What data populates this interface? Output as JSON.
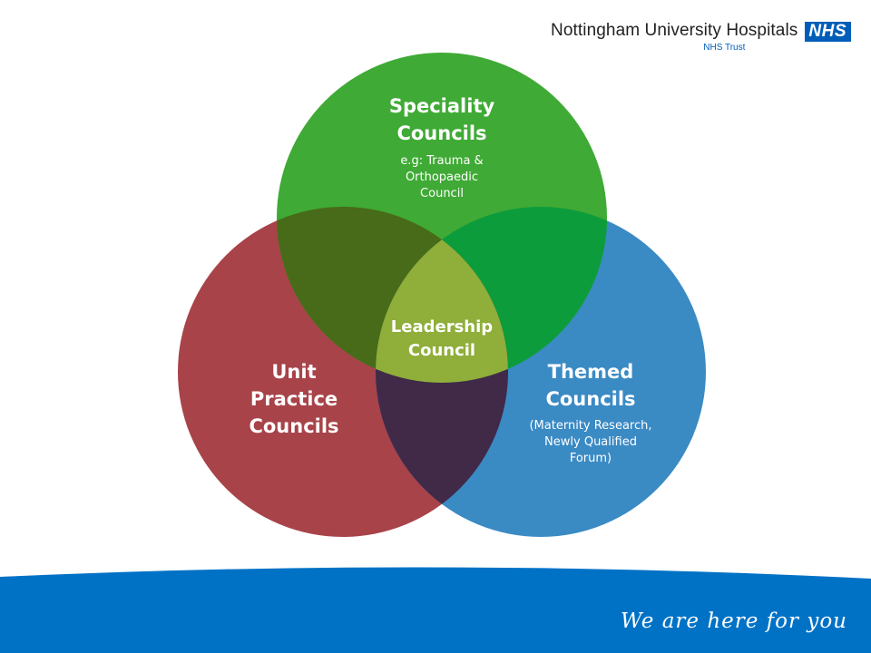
{
  "header": {
    "org_name": "Nottingham University Hospitals",
    "org_sub": "NHS Trust",
    "logo_text": "NHS"
  },
  "diagram": {
    "speciality": {
      "title_lines": [
        "Speciality",
        "Councils"
      ],
      "sub_lines": [
        "e.g: Trauma &",
        "Orthopaedic",
        "Council"
      ]
    },
    "unit": {
      "title_lines": [
        "Unit",
        "Practice",
        "Councils"
      ]
    },
    "themed": {
      "title_lines": [
        "Themed",
        "Councils"
      ],
      "sub_lines": [
        "(Maternity Research,",
        "Newly Qualified",
        "Forum)"
      ]
    },
    "leadership": {
      "title_lines": [
        "Leadership",
        "Council"
      ]
    }
  },
  "footer": {
    "tagline": "We are here for you"
  },
  "colors": {
    "green": "#3faa35",
    "red": "#a8434a",
    "blue": "#3a8ac4",
    "green_red": "#476b18",
    "green_blue": "#0c9c3c",
    "red_blue": "#402a48",
    "center": "#8fae3a",
    "nhs_blue": "#005eb8",
    "band": "#0072c6"
  }
}
